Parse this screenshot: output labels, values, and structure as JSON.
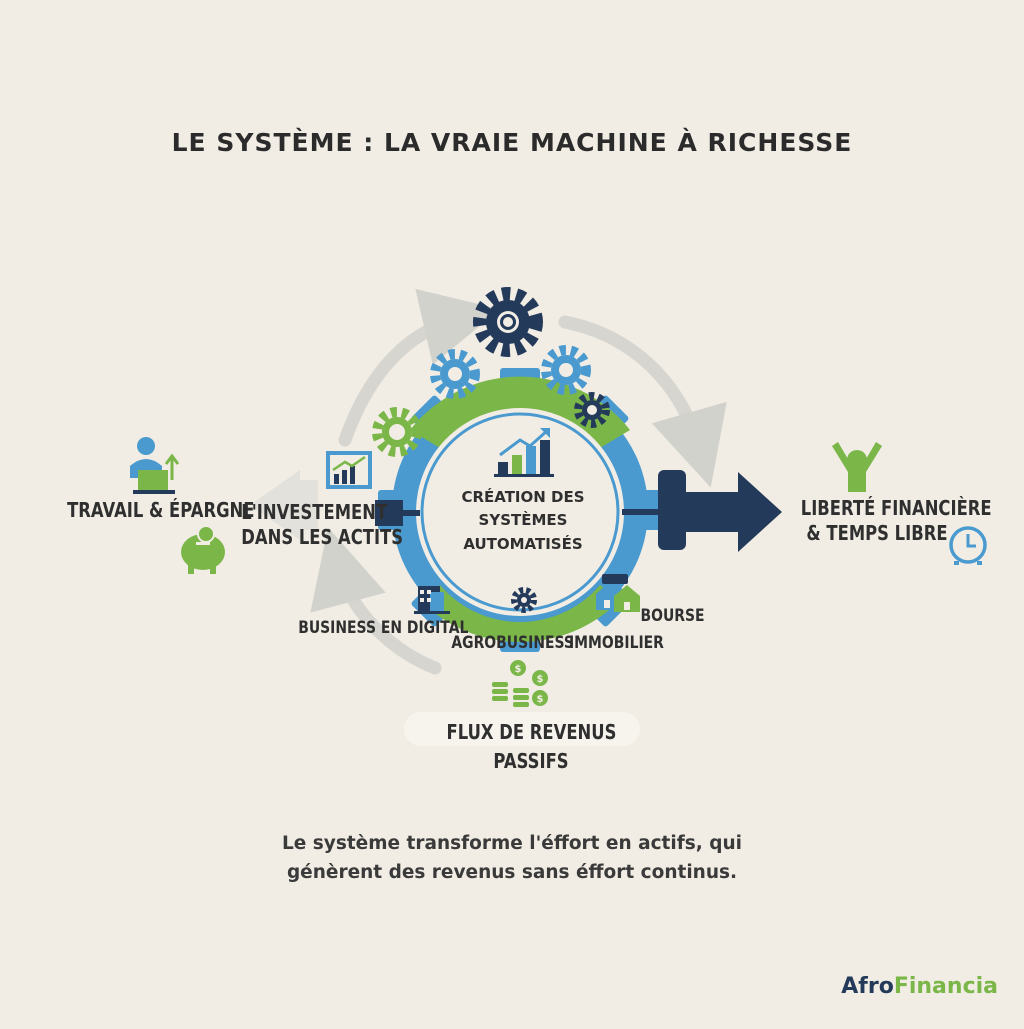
{
  "title": "LE SYSTÈME : LA VRAIE MACHINE À RICHESSE",
  "center": {
    "line1": "CRÉATION DES",
    "line2": "SYSTÈMES",
    "line3": "AUTOMATISÉS"
  },
  "nodes": {
    "work": "TRAVAIL & ÉPARGNE",
    "invest_line1": "L'INVESTEMENT",
    "invest_line2": "DANS LES ACTITS",
    "freedom_line1": "LIBERTÉ FINANCIÈRE",
    "freedom_line2": "& TEMPS LIBRE",
    "digital": "BUSINESS EN DIGITAL",
    "agro": "AGROBUSINESS",
    "immobilier": "IMMOBILIER",
    "bourse": "BOURSE",
    "flux_line1": "FLUX DE REVENUS",
    "flux_line2": "PASSIFS"
  },
  "caption": {
    "line1": "Le système transforme l'éffort en actifs, qui",
    "line2": "génèrent des revenus sans éffort continus."
  },
  "brand": {
    "part1": "Afro",
    "part2": "Financia"
  },
  "colors": {
    "navy": "#243a5a",
    "blue": "#4a9ad0",
    "green": "#7ab648",
    "grey_arrow": "#d2d2cc",
    "background": "#f1ede4"
  },
  "icons": [
    "worker-laptop-icon",
    "piggy-bank-icon",
    "growth-chart-icon",
    "gear-icon",
    "city-building-icon",
    "houses-icon",
    "coins-icon",
    "cheering-person-icon",
    "clock-icon",
    "arrow-right-icon"
  ]
}
